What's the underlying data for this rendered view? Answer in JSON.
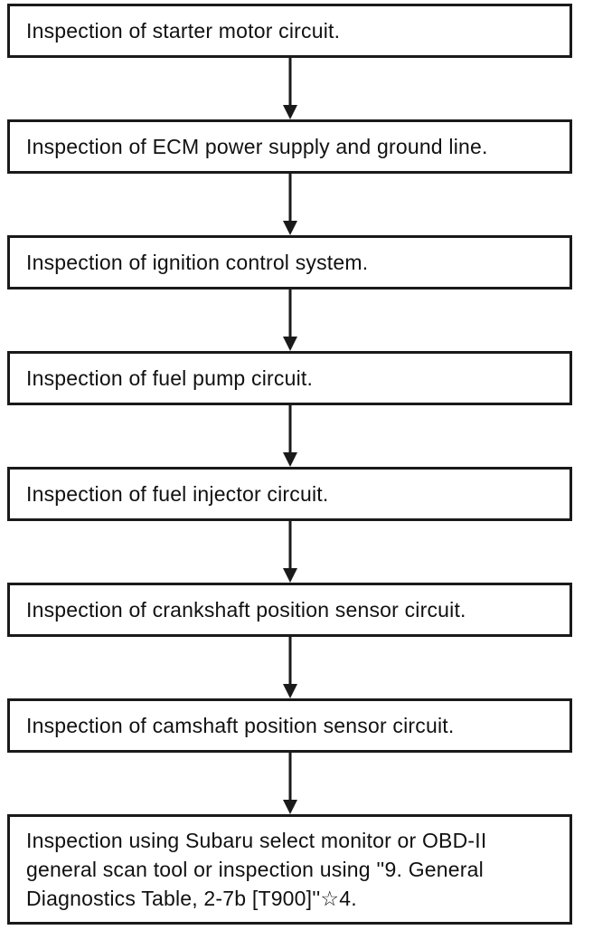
{
  "diagram": {
    "type": "flowchart",
    "direction": "top-down",
    "connector_style": "vertical-arrow-down",
    "colors": {
      "box_border": "#1a1a1a",
      "box_background": "#ffffff",
      "text": "#111111",
      "page_background": "#ffffff"
    },
    "steps": [
      {
        "label": "Inspection of starter motor circuit."
      },
      {
        "label": "Inspection of ECM power supply and ground line."
      },
      {
        "label": "Inspection of ignition control system."
      },
      {
        "label": "Inspection of fuel pump circuit."
      },
      {
        "label": "Inspection of fuel injector circuit."
      },
      {
        "label": "Inspection of crankshaft position sensor circuit."
      },
      {
        "label": "Inspection of camshaft position sensor circuit."
      },
      {
        "label": "Inspection using Subaru select monitor or OBD-II general scan tool or inspection using ''9. General Diagnostics Table, 2-7b [T900]''☆4."
      }
    ]
  }
}
